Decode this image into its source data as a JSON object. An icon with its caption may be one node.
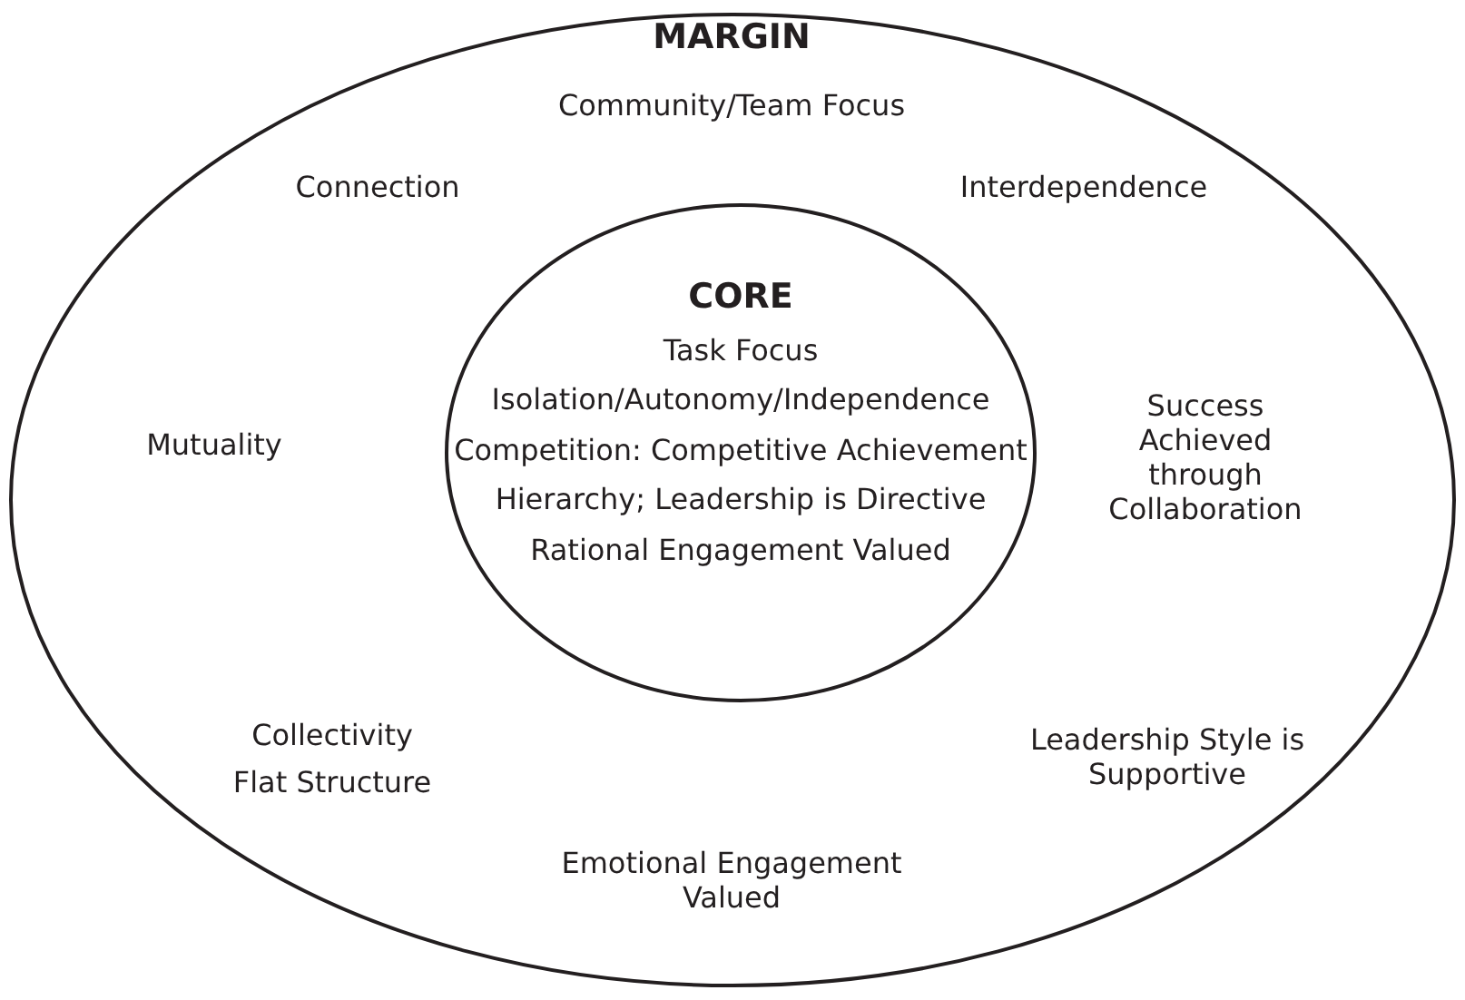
{
  "diagram": {
    "nodes": [
      {
        "text": [
          "MARGIN",
          "Community/Team Focus",
          "Connection",
          "Interdependence",
          "Mutuality",
          "Success Achieved through Collaboration",
          "Collectivity",
          "Flat Structure",
          "Leadership Style is Supportive",
          "Emotional Engagement Valued"
        ]
      },
      {
        "text": [
          "CORE",
          "Task Focus",
          "Isolation/Autonomy/Independence",
          "Competition: Competitive Achievement",
          "Hierarchy; Leadership is Directive",
          "Rational Engagement Valued"
        ],
        "in": 0
      }
    ]
  }
}
